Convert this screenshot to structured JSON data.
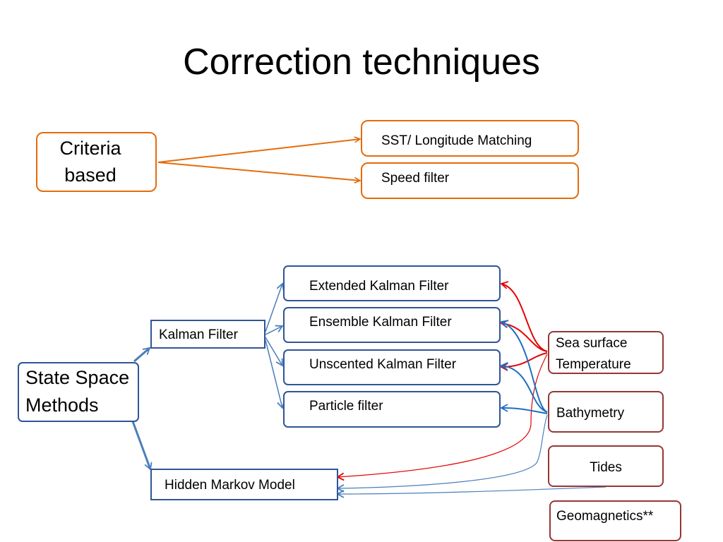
{
  "title": "Correction techniques",
  "criteria": {
    "root": "Criteria\nbased",
    "items": [
      "SST/ Longitude Matching",
      "Speed filter"
    ]
  },
  "state_space": {
    "root": "State Space\nMethods",
    "kalman": "Kalman Filter",
    "hmm": "Hidden Markov Model",
    "filters": [
      "Extended Kalman Filter",
      "Ensemble Kalman Filter",
      "Unscented Kalman Filter",
      "Particle filter"
    ]
  },
  "inputs": [
    "Sea surface\nTemperature",
    "Bathymetry",
    "Tides",
    "Geomagnetics**"
  ],
  "colors": {
    "orange": "#e46c0a",
    "blue_line": "#4a7ebb",
    "red_line": "#e60000",
    "maroon": "#953735"
  }
}
